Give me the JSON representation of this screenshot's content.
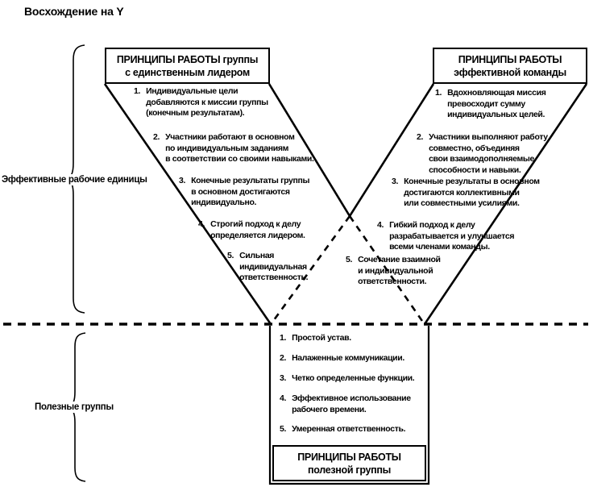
{
  "title": "Восхождение на Y",
  "colors": {
    "line": "#000000",
    "background": "#ffffff"
  },
  "side_labels": {
    "top": "Эффективные рабочие единицы",
    "bottom": "Полезные группы"
  },
  "boxes": {
    "leader_group": {
      "title_line1": "ПРИНЦИПЫ РАБОТЫ группы",
      "title_line2": "с единственным лидером",
      "items": [
        {
          "num": "1.",
          "text": "Индивидуальные цели\nдобавляются к миссии группы\n(конечным результатам)."
        },
        {
          "num": "2.",
          "text": "Участники работают в основном\nпо индивидуальным заданиям\nв соответствии со своими навыками."
        },
        {
          "num": "3.",
          "text": "Конечные результаты группы\nв основном достигаются\nиндивидуально."
        },
        {
          "num": "4.",
          "text": "Строгий подход к делу\nопределяется лидером."
        },
        {
          "num": "5.",
          "text": "Сильная\nиндивидуальная\nответственность."
        }
      ]
    },
    "effective_team": {
      "title_line1": "ПРИНЦИПЫ РАБОТЫ",
      "title_line2": "эффективной команды",
      "items": [
        {
          "num": "1.",
          "text": "Вдохновляющая миссия\nпревосходит сумму\nиндивидуальных целей."
        },
        {
          "num": "2.",
          "text": "Участники выполняют работу\nсовместно, объединяя\nсвои взаимодополняемые\nспособности и навыки."
        },
        {
          "num": "3.",
          "text": "Конечные результаты в основном\nдостигаются коллективными\nили совместными усилиями."
        },
        {
          "num": "4.",
          "text": "Гибкий подход к делу\nразрабатывается и улучшается\nвсеми членами команды."
        },
        {
          "num": "5.",
          "text": "Сочетание взаимной\nи индивидуальной\nответственности."
        }
      ]
    },
    "useful_group": {
      "title_line1": "ПРИНЦИПЫ РАБОТЫ",
      "title_line2": "полезной группы",
      "items": [
        {
          "num": "1.",
          "text": "Простой устав."
        },
        {
          "num": "2.",
          "text": "Налаженные коммуникации."
        },
        {
          "num": "3.",
          "text": "Четко определенные функции."
        },
        {
          "num": "4.",
          "text": "Эффективное использование\nрабочего времени."
        },
        {
          "num": "5.",
          "text": "Умеренная ответственность."
        }
      ]
    }
  }
}
